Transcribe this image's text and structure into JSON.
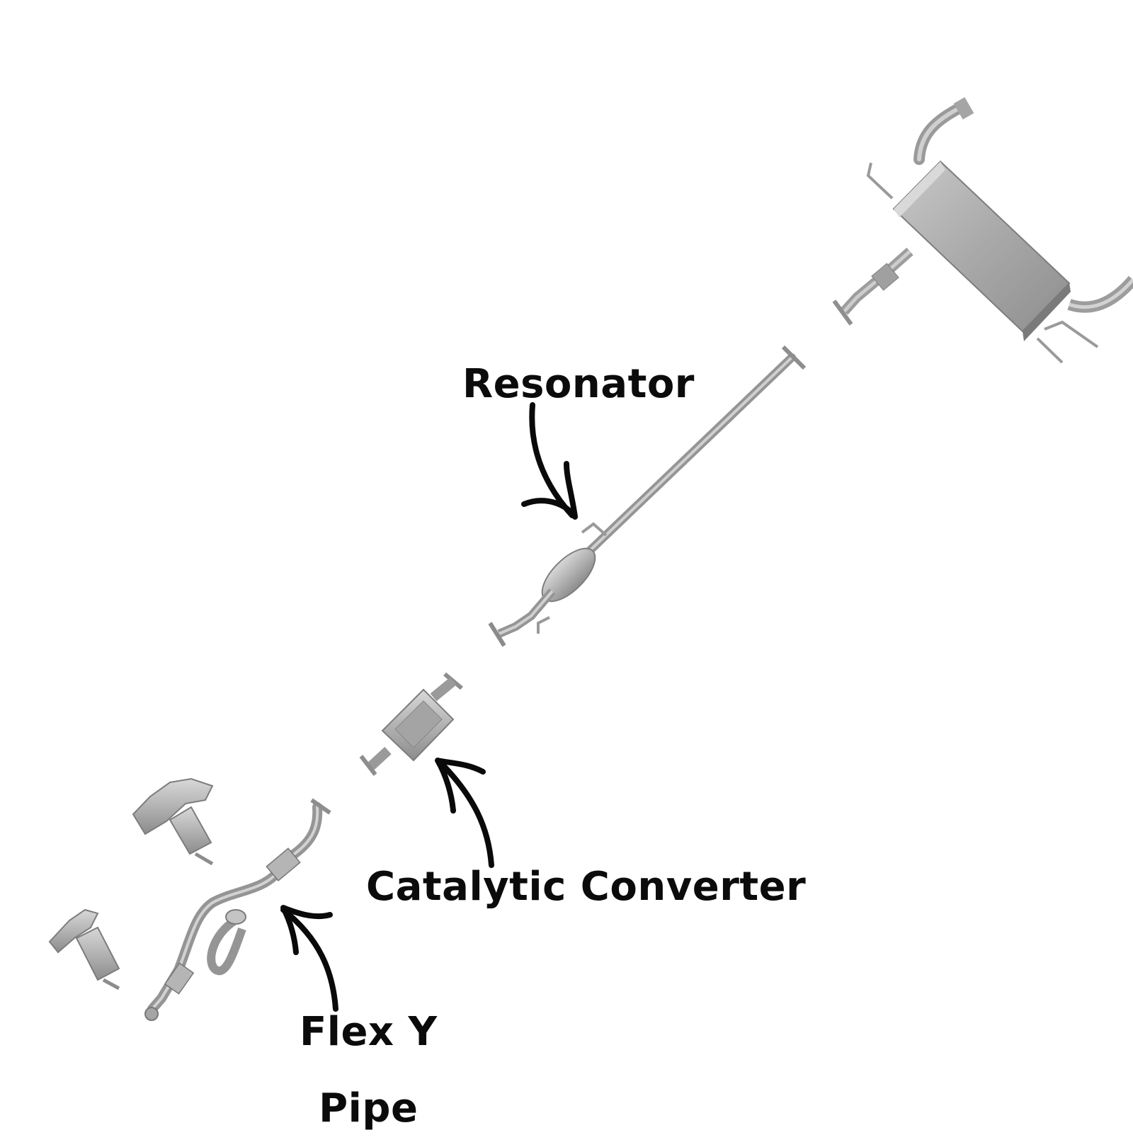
{
  "labels": {
    "resonator": "Resonator",
    "catalytic_converter": "Catalytic Converter",
    "flex_y_pipe_line1": "Flex Y",
    "flex_y_pipe_line2": "Pipe"
  },
  "colors": {
    "metal": "#b8b8b8",
    "metal_dark": "#8a8a8a",
    "metal_light": "#d6d6d6",
    "arrow": "#0a0a0a",
    "background": "#ffffff"
  }
}
